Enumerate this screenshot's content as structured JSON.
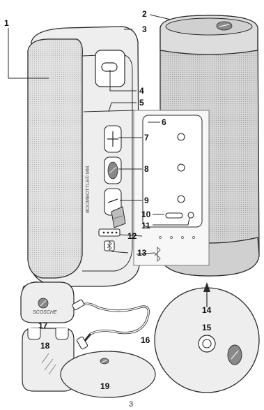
{
  "callouts": [
    "1",
    "2",
    "3",
    "4",
    "5",
    "6",
    "7",
    "8",
    "9",
    "10",
    "11",
    "12",
    "13",
    "14",
    "15",
    "16",
    "17",
    "18",
    "19"
  ],
  "speaker_side_text": "BOOMBOTTLE® MM",
  "cable_label_text": "SCOSCHE",
  "page_number": "3",
  "icons": {
    "bluetooth": "bluetooth-icon",
    "plus": "plus-icon",
    "minus": "minus-icon",
    "brand": "scosche-logo-icon"
  },
  "colors": {
    "line": "#2a2a2a",
    "panel_fill": "#f7f7f7",
    "mesh_fill": "#d9d9d9",
    "body_fill": "#eeeeee",
    "cap_fill": "#dddddd"
  }
}
